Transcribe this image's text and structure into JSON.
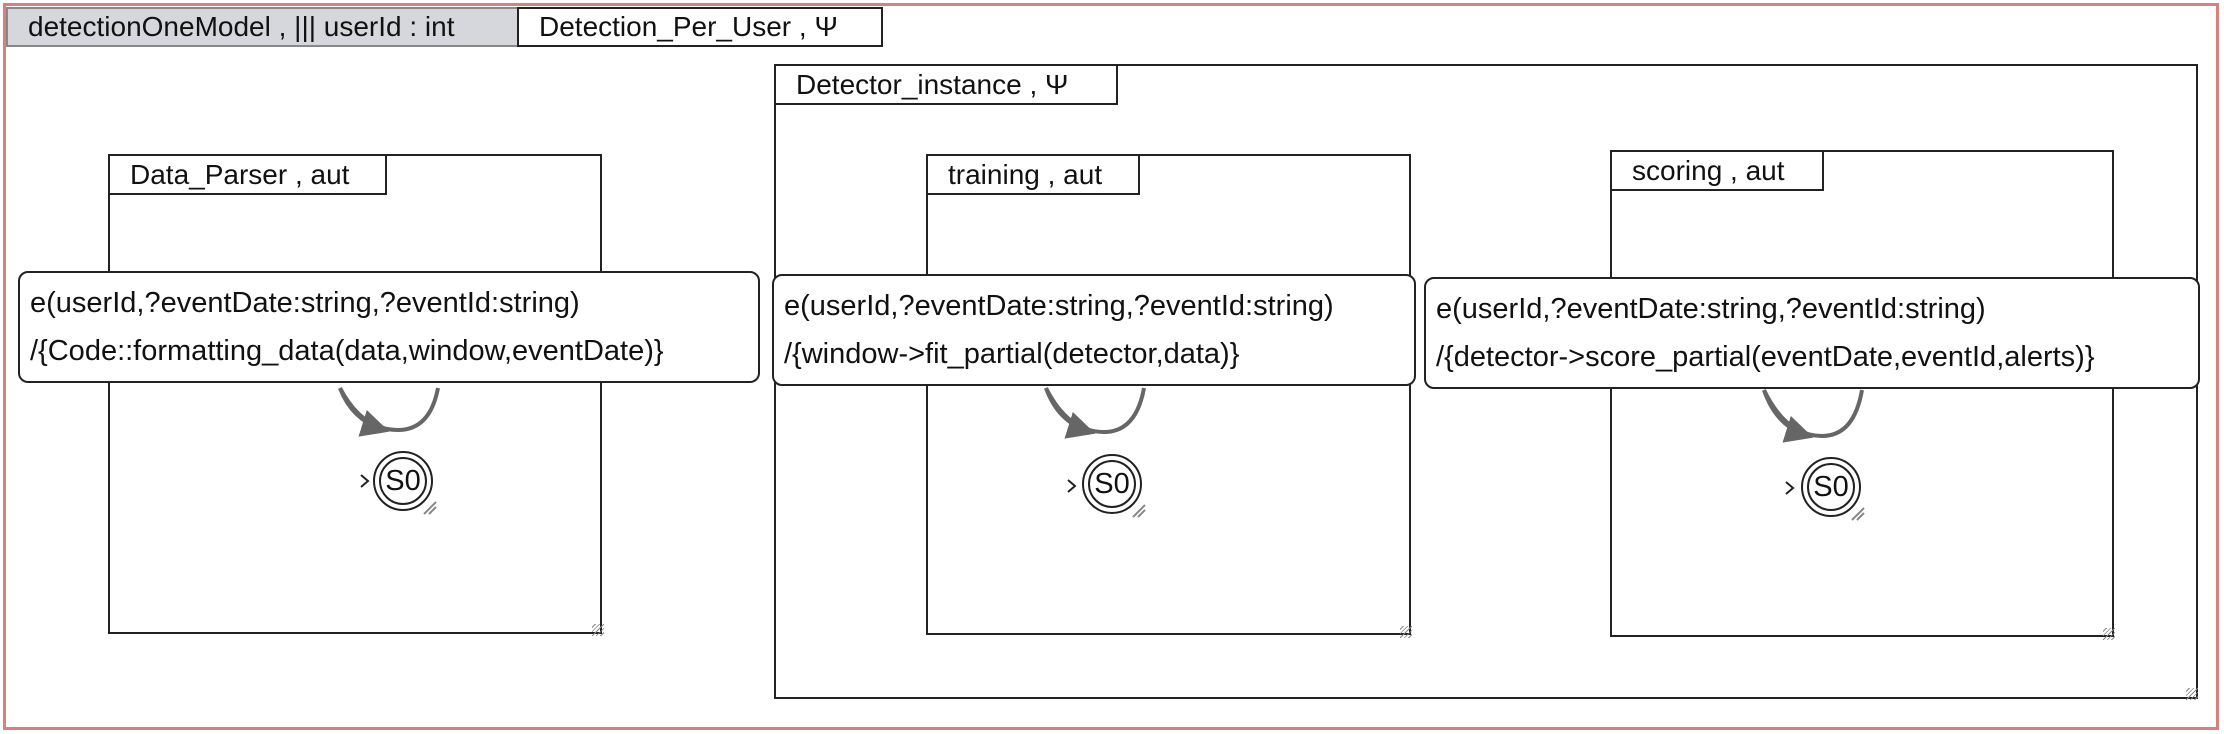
{
  "model": {
    "tab_label": "detectionOneModel , ||| userId : int",
    "per_user_tab_label": "Detection_Per_User , Ψ"
  },
  "detector_instance": {
    "label": "Detector_instance , Ψ"
  },
  "automata": [
    {
      "label": "Data_Parser , aut",
      "transition_line1": "e(userId,?eventDate:string,?eventId:string)",
      "transition_line2": "/{Code::formatting_data(data,window,eventDate)}",
      "initial_state": "S0"
    },
    {
      "label": "training , aut",
      "transition_line1": "e(userId,?eventDate:string,?eventId:string)",
      "transition_line2": "/{window->fit_partial(detector,data)}",
      "initial_state": "S0"
    },
    {
      "label": "scoring , aut",
      "transition_line1": "e(userId,?eventDate:string,?eventId:string)",
      "transition_line2": "/{detector->score_partial(eventDate,eventId,alerts)}",
      "initial_state": "S0"
    }
  ],
  "colors": {
    "outer_border": "#d9807e",
    "tab_gray": "#d5d7dc",
    "stroke": "#222222",
    "loop_arrow": "#666666"
  }
}
